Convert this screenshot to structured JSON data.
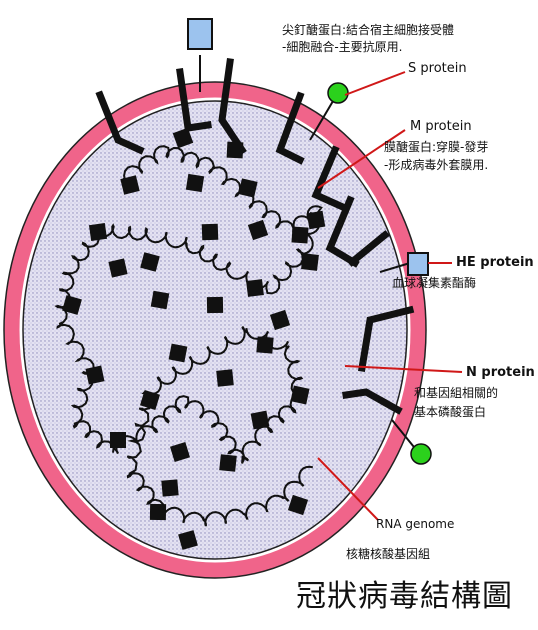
{
  "title": "冠狀病毒結構圖",
  "colors": {
    "envelope": "#f0648a",
    "interior_fill": "#e4e2f2",
    "leader_line": "#d01818",
    "s_protein": "#2bd11c",
    "he_protein": "#9cc3ee",
    "ink": "#111111"
  },
  "labels": {
    "spike_desc_line1": "尖釘醣蛋白:結合宿主細胞接受體",
    "spike_desc_line2": "-細胞融合-主要抗原用.",
    "s_protein": "S protein",
    "m_protein": "M protein",
    "m_desc_line1": "膜醣蛋白:穿膜-發芽",
    "m_desc_line2": "-形成病毒外套膜用.",
    "he_protein": "HE protein",
    "he_desc": "血球凝集素酯酶",
    "n_protein": "N protein",
    "n_desc_line1": "和基因組相關的",
    "n_desc_line2": "基本磷酸蛋白",
    "rna_genome": "RNA genome",
    "rna_desc": "核糖核酸基因組"
  }
}
